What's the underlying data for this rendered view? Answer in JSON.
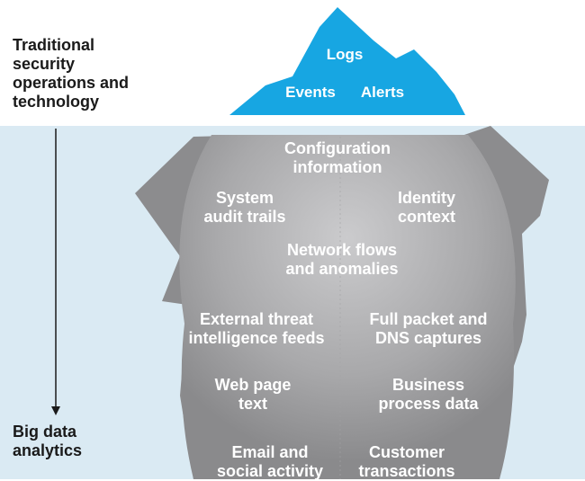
{
  "labels": {
    "traditional": "Traditional\nsecurity\noperations and\ntechnology",
    "big_data": "Big data\nanalytics"
  },
  "tip": {
    "logs": "Logs",
    "events": "Events",
    "alerts": "Alerts"
  },
  "underwater": {
    "configuration": "Configuration\ninformation",
    "system_audit": "System\naudit trails",
    "identity": "Identity\ncontext",
    "network_flows": "Network flows\nand anomalies",
    "external_threat": "External threat\nintelligence feeds",
    "full_packet": "Full packet and\nDNS captures",
    "web_page": "Web page\ntext",
    "business_process": "Business\nprocess data",
    "email_social": "Email and\nsocial activity",
    "customer_transactions": "Customer\ntransactions"
  },
  "colors": {
    "water": "#daeaf3",
    "tip": "#17a6e2",
    "ice_dark": "#8c8c8e",
    "ice_light": "#c8c8ca",
    "arrow": "#1a1a1a"
  }
}
